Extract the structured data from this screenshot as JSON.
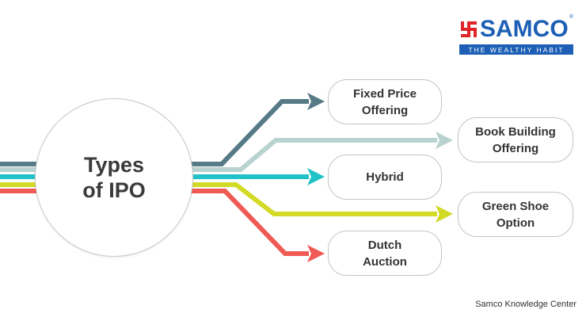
{
  "logo": {
    "brand": "SAMCO",
    "registered": "®",
    "tagline": "THE WEALTHY HABIT"
  },
  "center": {
    "line1": "Types",
    "line2": "of IPO"
  },
  "nodes": [
    {
      "label": "Fixed Price\nOffering",
      "color": "#567a86"
    },
    {
      "label": "Book Building\nOffering",
      "color": "#b8d2d0"
    },
    {
      "label": "Hybrid",
      "color": "#20c2c8"
    },
    {
      "label": "Green Shoe\nOption",
      "color": "#d3da25"
    },
    {
      "label": "Dutch\nAuction",
      "color": "#f05a55"
    }
  ],
  "colors": {
    "brand": "#1d5fb4",
    "logo_mark": "#e0262b"
  },
  "credit": "Samco Knowledge Center"
}
